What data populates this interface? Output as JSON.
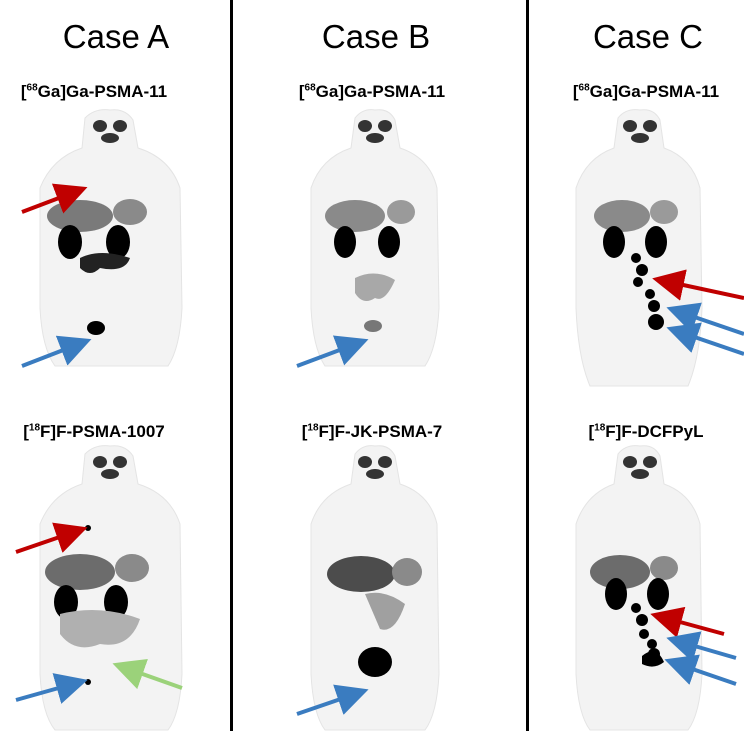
{
  "cases": [
    {
      "title": "Case A",
      "scans": [
        {
          "isotope_mass": "68",
          "tracer": "Ga]Ga-PSMA-11",
          "arrows": [
            {
              "color": "red"
            },
            {
              "color": "blue"
            }
          ]
        },
        {
          "isotope_mass": "18",
          "tracer": "F]F-PSMA-1007",
          "arrows": [
            {
              "color": "red"
            },
            {
              "color": "blue"
            },
            {
              "color": "green"
            }
          ]
        }
      ]
    },
    {
      "title": "Case B",
      "scans": [
        {
          "isotope_mass": "68",
          "tracer": "Ga]Ga-PSMA-11",
          "arrows": [
            {
              "color": "blue"
            }
          ]
        },
        {
          "isotope_mass": "18",
          "tracer": "F]F-JK-PSMA-7",
          "arrows": [
            {
              "color": "blue"
            }
          ]
        }
      ]
    },
    {
      "title": "Case C",
      "scans": [
        {
          "isotope_mass": "68",
          "tracer": "Ga]Ga-PSMA-11",
          "arrows": [
            {
              "color": "red"
            },
            {
              "color": "blue"
            },
            {
              "color": "blue"
            }
          ]
        },
        {
          "isotope_mass": "18",
          "tracer": "F]F-DCFPyL",
          "arrows": [
            {
              "color": "red"
            },
            {
              "color": "blue"
            },
            {
              "color": "blue"
            }
          ]
        }
      ]
    }
  ],
  "colors": {
    "red_arrow": "#c00000",
    "blue_arrow": "#3a7cc0",
    "green_arrow": "#9bd27a",
    "scan_background": "#f4f4f4",
    "organ_gray": "#6c6c6c",
    "hot_spot": "#000000"
  }
}
